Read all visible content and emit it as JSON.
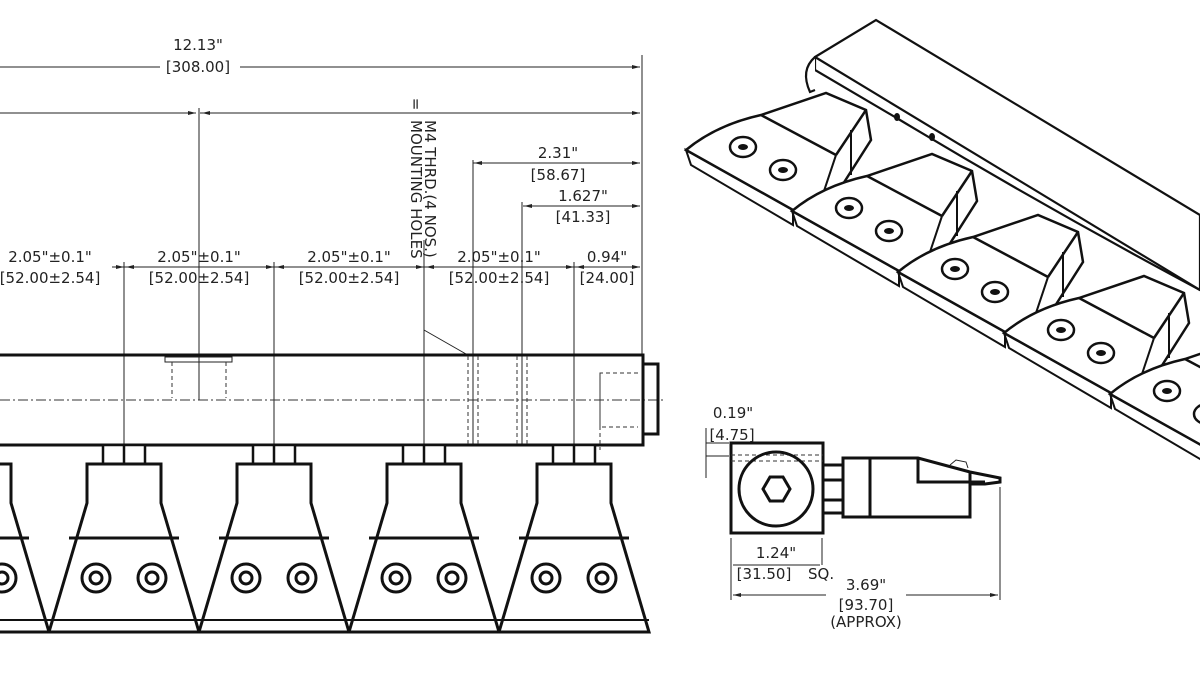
{
  "drawing": {
    "front_view": {
      "overall_length": {
        "in": "12.13\"",
        "mm": "[308.00]"
      },
      "equal_mark": "=",
      "pitch_dims": [
        {
          "in": "2.05\"±0.1\"",
          "mm": "[52.00±2.54]"
        },
        {
          "in": "2.05\"±0.1\"",
          "mm": "[52.00±2.54]"
        },
        {
          "in": "2.05\"±0.1\"",
          "mm": "[52.00±2.54]"
        },
        {
          "in": "2.05\"±0.1\"",
          "mm": "[52.00±2.54]"
        }
      ],
      "end_dim": {
        "in": "0.94\"",
        "mm": "[24.00]"
      },
      "hole_dim_1": {
        "in": "2.31\"",
        "mm": "[58.67]"
      },
      "hole_dim_2": {
        "in": "1.627\"",
        "mm": "[41.33]"
      },
      "mounting_note_line1": "M4 THRD.(4 NOS.)",
      "mounting_note_line2": "MOUNTING HOLES"
    },
    "side_view": {
      "offset_dim": {
        "in": "0.19\"",
        "mm": "[4.75]"
      },
      "square_dim": {
        "in": "1.24\"",
        "mm": "[31.50]",
        "suffix": "SQ."
      },
      "length_dim": {
        "in": "3.69\"",
        "mm": "[93.70]",
        "note": "(APPROX)"
      }
    }
  }
}
